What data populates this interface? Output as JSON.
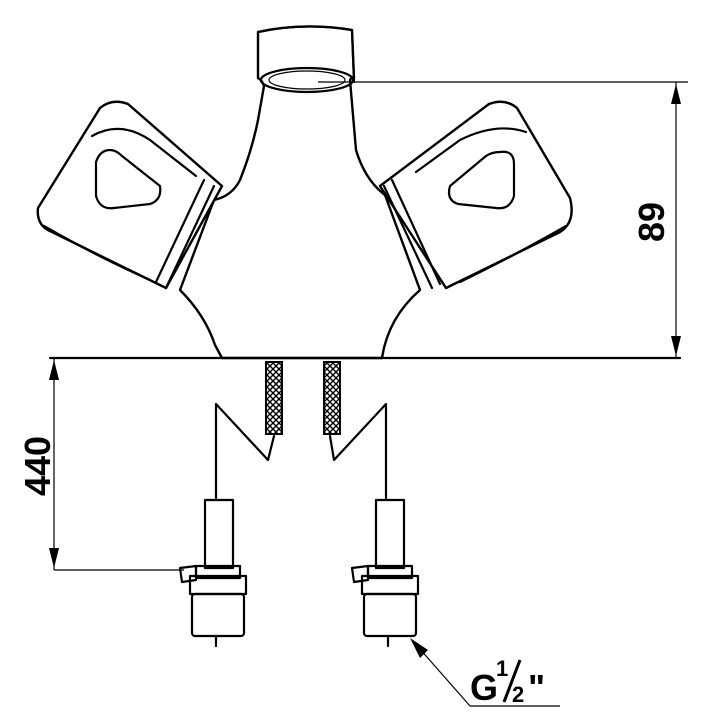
{
  "dimensions": {
    "height_label": "89",
    "hose_length_label": "440"
  },
  "thread": {
    "prefix": "G",
    "numerator": "1",
    "denominator": "2",
    "suffix": "\""
  },
  "colors": {
    "line": "#000000",
    "background": "#ffffff"
  }
}
